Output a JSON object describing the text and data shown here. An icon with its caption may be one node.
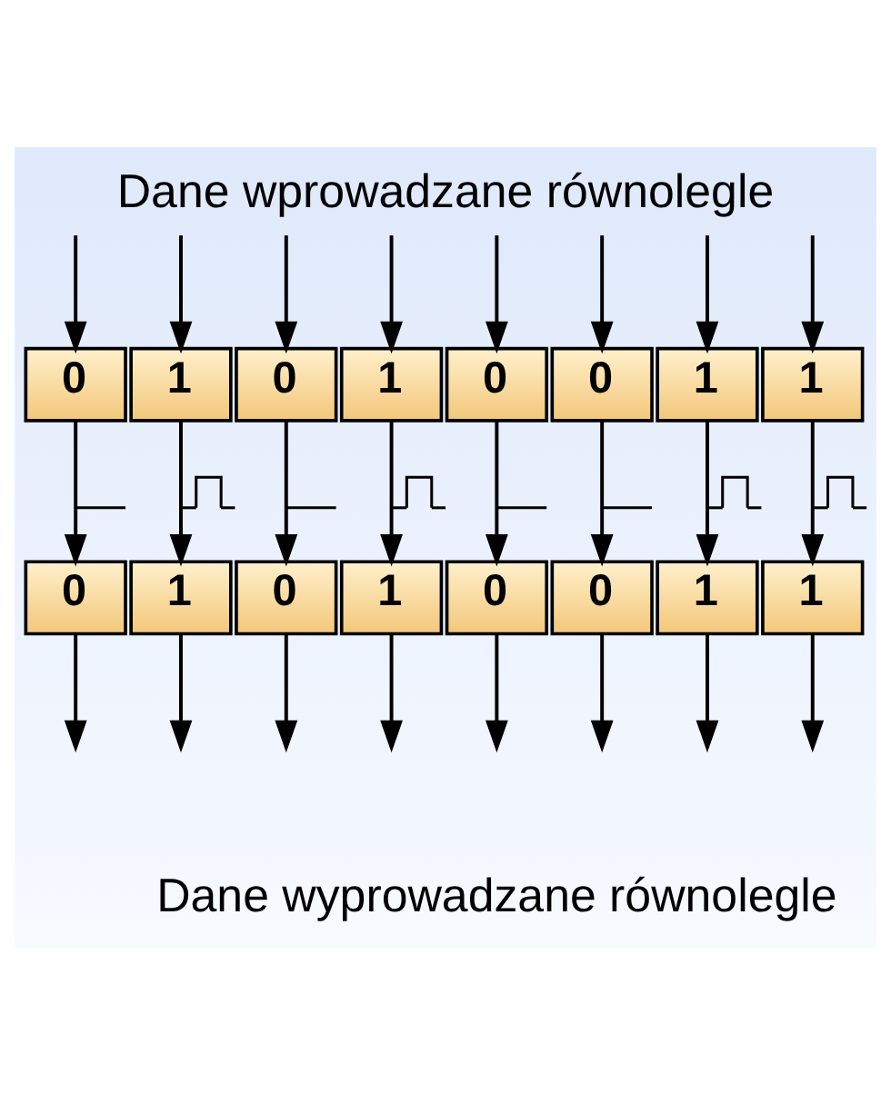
{
  "diagram": {
    "title": "Dane wprowadzane równolegle",
    "caption": "Dane wyprowadzane równolegle",
    "nodes": [
      {
        "text": [
          "0"
        ]
      },
      {
        "text": [
          "1"
        ]
      },
      {
        "text": [
          "0"
        ]
      },
      {
        "text": [
          "1"
        ]
      },
      {
        "text": [
          "0"
        ]
      },
      {
        "text": [
          "0"
        ]
      },
      {
        "text": [
          "1"
        ]
      },
      {
        "text": [
          "1"
        ]
      },
      {
        "text": [
          "0"
        ]
      },
      {
        "text": [
          "1"
        ]
      },
      {
        "text": [
          "0"
        ]
      },
      {
        "text": [
          "1"
        ]
      },
      {
        "text": [
          "0"
        ]
      },
      {
        "text": [
          "0"
        ]
      },
      {
        "text": [
          "1"
        ]
      },
      {
        "text": [
          "1"
        ]
      }
    ],
    "edges": [
      {
        "from": null,
        "to": 0,
        "arrow": "to"
      },
      {
        "from": null,
        "to": 1,
        "arrow": "to"
      },
      {
        "from": null,
        "to": 2,
        "arrow": "to"
      },
      {
        "from": null,
        "to": 3,
        "arrow": "to"
      },
      {
        "from": null,
        "to": 4,
        "arrow": "to"
      },
      {
        "from": null,
        "to": 5,
        "arrow": "to"
      },
      {
        "from": null,
        "to": 6,
        "arrow": "to"
      },
      {
        "from": null,
        "to": 7,
        "arrow": "to"
      },
      {
        "from": 0,
        "to": 8,
        "arrow": "to"
      },
      {
        "from": 1,
        "to": 9,
        "arrow": "to"
      },
      {
        "from": 2,
        "to": 10,
        "arrow": "to"
      },
      {
        "from": 3,
        "to": 11,
        "arrow": "to"
      },
      {
        "from": 4,
        "to": 12,
        "arrow": "to"
      },
      {
        "from": 5,
        "to": 13,
        "arrow": "to"
      },
      {
        "from": 6,
        "to": 14,
        "arrow": "to"
      },
      {
        "from": 7,
        "to": 15,
        "arrow": "to"
      },
      {
        "from": 8,
        "to": null,
        "arrow": "to"
      },
      {
        "from": 9,
        "to": null,
        "arrow": "to"
      },
      {
        "from": 10,
        "to": null,
        "arrow": "to"
      },
      {
        "from": 11,
        "to": null,
        "arrow": "to"
      },
      {
        "from": 12,
        "to": null,
        "arrow": "to"
      },
      {
        "from": 13,
        "to": null,
        "arrow": "to"
      },
      {
        "from": 14,
        "to": null,
        "arrow": "to"
      },
      {
        "from": 15,
        "to": null,
        "arrow": "to"
      }
    ]
  }
}
